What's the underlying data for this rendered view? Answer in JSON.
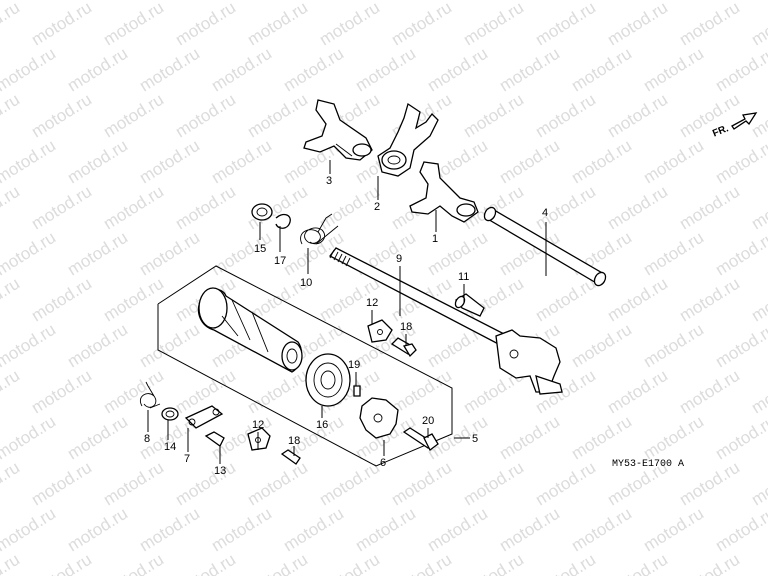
{
  "watermark": "motod.ru",
  "diagram_code": "MY53-E1700 A",
  "direction_label": "FR.",
  "part_numbers": {
    "p1": "1",
    "p2": "2",
    "p3": "3",
    "p4": "4",
    "p5": "5",
    "p6": "6",
    "p7": "7",
    "p8": "8",
    "p9": "9",
    "p10": "10",
    "p11": "11",
    "p12a": "12",
    "p12b": "12",
    "p13": "13",
    "p14": "14",
    "p15": "15",
    "p16": "16",
    "p17": "17",
    "p18a": "18",
    "p18b": "18",
    "p19": "19",
    "p20": "20"
  }
}
